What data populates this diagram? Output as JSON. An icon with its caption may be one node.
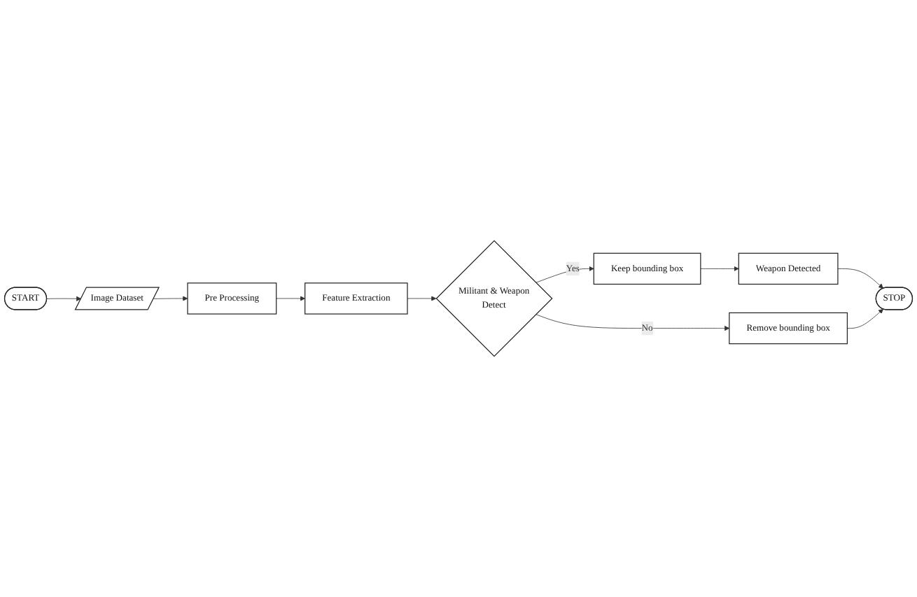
{
  "diagram": {
    "nodes": [
      {
        "text": [
          "START"
        ]
      },
      {
        "text": [
          "Image Dataset"
        ]
      },
      {
        "text": [
          "Pre Processing"
        ]
      },
      {
        "text": [
          "Feature Extraction"
        ]
      },
      {
        "text": [
          "Militant & Weapon",
          "Detect"
        ]
      },
      {
        "text": [
          "Remove bounding box"
        ]
      },
      {
        "text": [
          "Keep bounding box"
        ]
      },
      {
        "text": [
          "Weapon Detected"
        ]
      },
      {
        "text": [
          "STOP"
        ]
      }
    ],
    "edges": [
      {
        "from": 0,
        "to": 1,
        "arrow": "to"
      },
      {
        "from": 1,
        "to": 2,
        "arrow": "to"
      },
      {
        "from": 2,
        "to": 3,
        "arrow": "to"
      },
      {
        "from": 3,
        "to": 4,
        "arrow": "to"
      },
      {
        "from": 4,
        "to": 5,
        "arrow": "to",
        "label": "No"
      },
      {
        "from": 4,
        "to": 6,
        "arrow": "to",
        "label": "Yes"
      },
      {
        "from": 6,
        "to": 7,
        "arrow": "to"
      },
      {
        "from": 7,
        "to": 8,
        "arrow": "to"
      },
      {
        "from": 5,
        "to": 8,
        "arrow": "to"
      }
    ]
  }
}
